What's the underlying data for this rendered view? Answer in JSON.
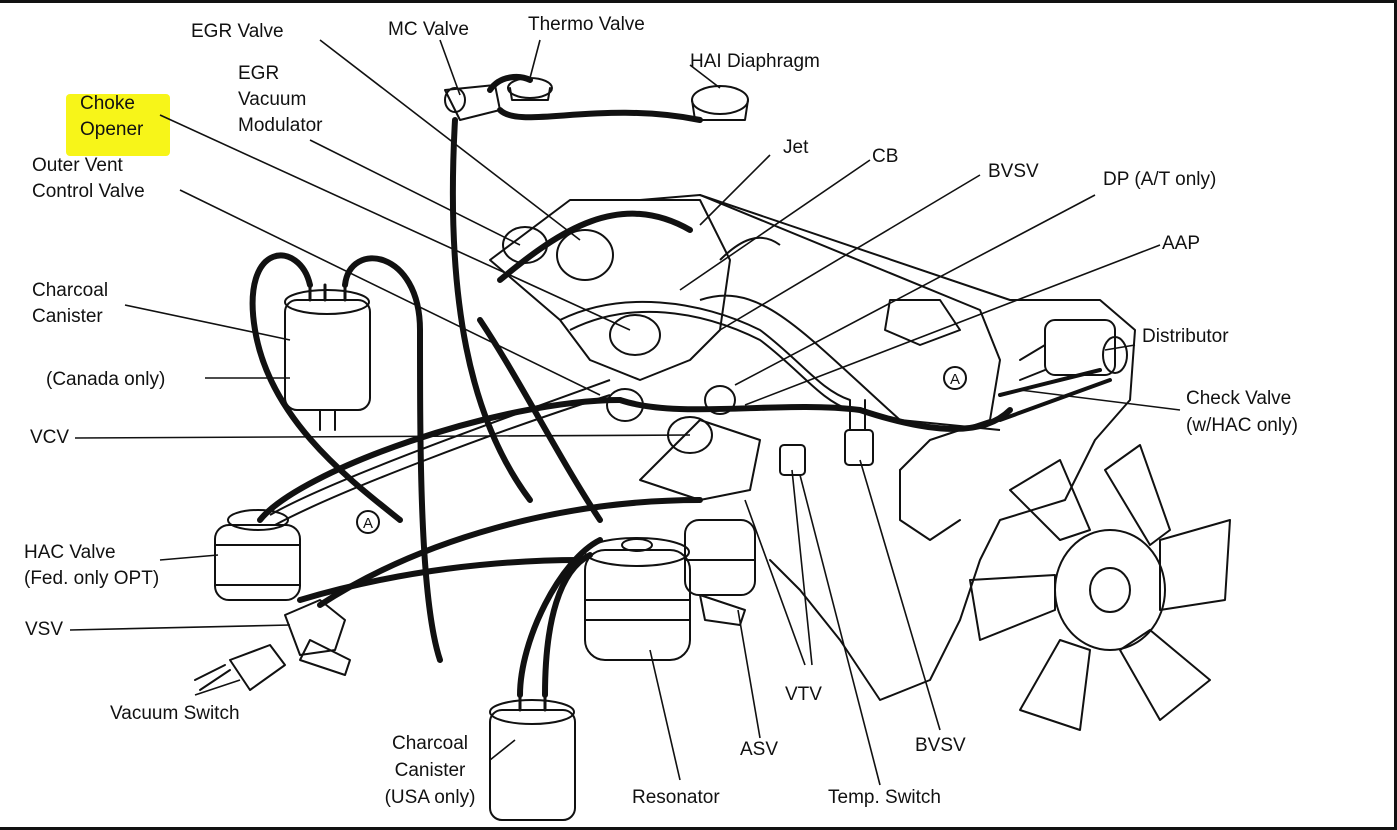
{
  "colors": {
    "highlight": "#f6f400",
    "ink": "#111111"
  },
  "labels": {
    "egr_valve": "EGR Valve",
    "mc_valve": "MC Valve",
    "thermo_valve": "Thermo Valve",
    "hai_diaphragm": "HAI Diaphragm",
    "egr_vacuum_modulator": [
      "EGR",
      "Vacuum",
      "Modulator"
    ],
    "choke_opener": [
      "Choke",
      "Opener"
    ],
    "outer_vent_control_valve": [
      "Outer Vent",
      "Control Valve"
    ],
    "jet": "Jet",
    "cb": "CB",
    "bvsv_top": "BVSV",
    "dp": "DP (A/T only)",
    "aap": "AAP",
    "charcoal_canister_left": [
      "Charcoal",
      "Canister"
    ],
    "canada_only": "(Canada only)",
    "distributor": "Distributor",
    "check_valve": [
      "Check Valve",
      "(w/HAC only)"
    ],
    "vcv": "VCV",
    "hac_valve": [
      "HAC Valve",
      "(Fed. only OPT)"
    ],
    "vsv": "VSV",
    "vacuum_switch": "Vacuum Switch",
    "charcoal_canister_usa": [
      "Charcoal",
      "Canister",
      "(USA only)"
    ],
    "resonator": "Resonator",
    "asv": "ASV",
    "vtv": "VTV",
    "temp_switch": "Temp. Switch",
    "bvsv_bottom": "BVSV",
    "circle_a": "A"
  }
}
